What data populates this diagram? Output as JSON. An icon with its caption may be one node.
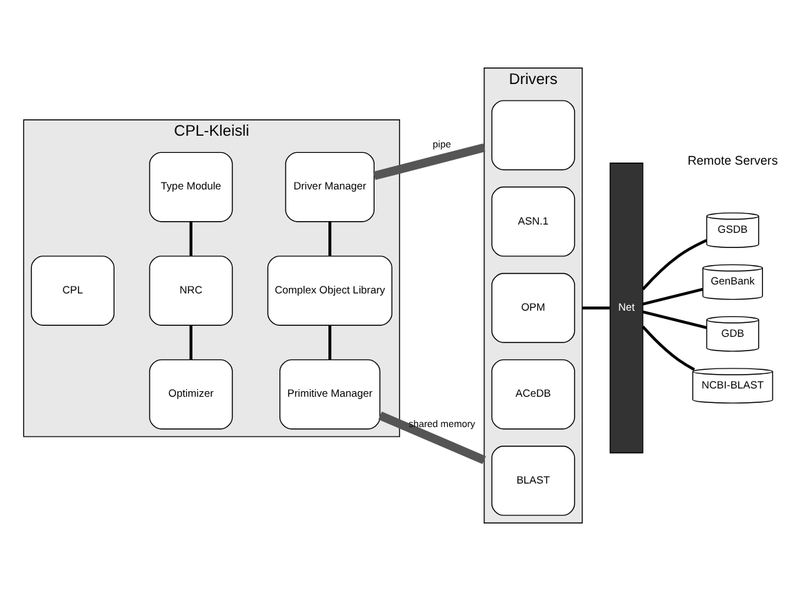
{
  "diagram": {
    "nodes": [
      {
        "text": [
          "CPL-Kleisli"
        ]
      },
      {
        "text": [
          "CPL"
        ],
        "in": 0
      },
      {
        "text": [
          "Type Module"
        ],
        "in": 0
      },
      {
        "text": [
          "Driver Manager"
        ],
        "in": 0
      },
      {
        "text": [
          "NRC"
        ],
        "in": 0
      },
      {
        "text": [
          "Complex Object Library"
        ],
        "in": 0
      },
      {
        "text": [
          "Optimizer"
        ],
        "in": 0
      },
      {
        "text": [
          "Primitive Manager"
        ],
        "in": 0
      },
      {
        "text": [
          "Drivers"
        ]
      },
      {
        "text": [],
        "shape": "box",
        "in": 8
      },
      {
        "text": [
          "ASN.1"
        ],
        "in": 8
      },
      {
        "text": [
          "OPM"
        ],
        "in": 8
      },
      {
        "text": [
          "ACeDB"
        ],
        "in": 8
      },
      {
        "text": [
          "BLAST"
        ],
        "in": 8
      },
      {
        "text": [
          "Net"
        ]
      },
      {
        "text": [
          "GSDB"
        ]
      },
      {
        "text": [
          "GenBank"
        ]
      },
      {
        "text": [
          "GDB"
        ]
      },
      {
        "text": [
          "NCBI-BLAST"
        ]
      }
    ],
    "edges": [
      {
        "from": 2,
        "to": 4,
        "arrow": "none"
      },
      {
        "from": 4,
        "to": 6,
        "arrow": "none"
      },
      {
        "from": 3,
        "to": 5,
        "arrow": "none"
      },
      {
        "from": 5,
        "to": 7,
        "arrow": "none"
      },
      {
        "from": 3,
        "to": 8,
        "arrow": "none",
        "label": "pipe",
        "style": "thick"
      },
      {
        "from": 7,
        "to": 8,
        "arrow": "none",
        "label": "shared memory",
        "style": "thick"
      },
      {
        "from": 8,
        "to": 14,
        "arrow": "none"
      },
      {
        "from": 14,
        "to": 15,
        "arrow": "none"
      },
      {
        "from": 14,
        "to": 16,
        "arrow": "none"
      },
      {
        "from": 14,
        "to": 17,
        "arrow": "none"
      },
      {
        "from": 14,
        "to": 18,
        "arrow": "none"
      }
    ],
    "labels": [
      "Remote Servers"
    ]
  }
}
